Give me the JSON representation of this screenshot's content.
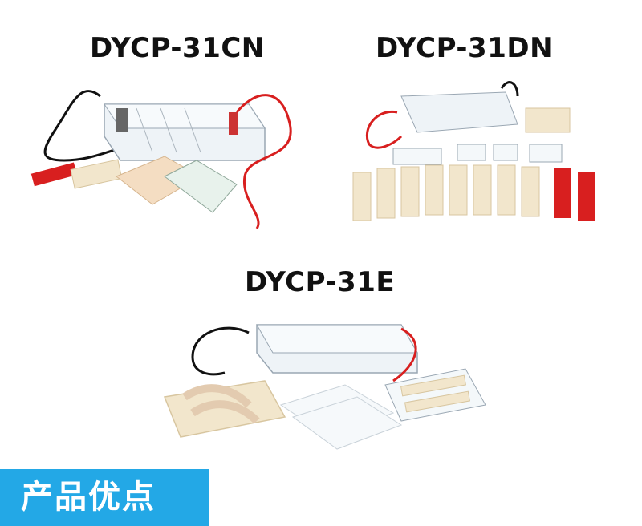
{
  "models": [
    {
      "title": "DYCP-31CN"
    },
    {
      "title": "DYCP-31DN"
    },
    {
      "title": "DYCP-31E"
    }
  ],
  "banner": {
    "label": "产品优点"
  },
  "colors": {
    "banner": "#23a8e6",
    "lead_red": "#d81f1f",
    "comb_cream": "#f2e6cc"
  }
}
